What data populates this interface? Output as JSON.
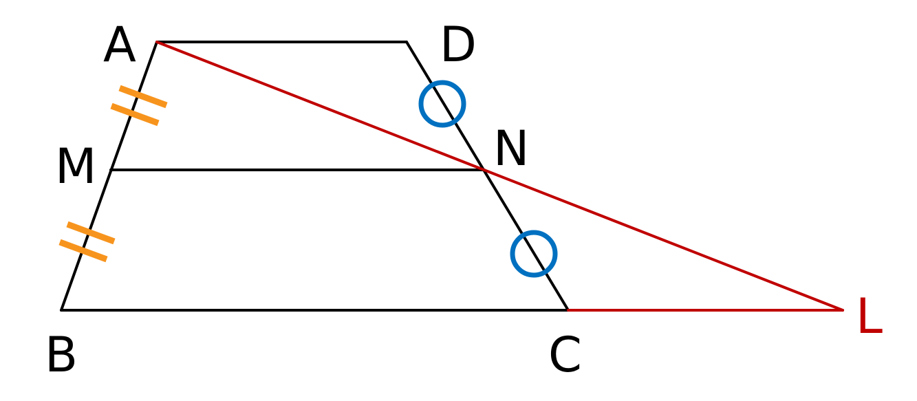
{
  "diagram": {
    "points": {
      "A": "A",
      "B": "B",
      "C": "C",
      "D": "D",
      "M": "M",
      "N": "N",
      "L": "L"
    },
    "colors": {
      "edge": "#000000",
      "extension": "#c00000",
      "tick_mark": "#f7941d",
      "circle_mark": "#0070c0",
      "label": "#000000",
      "label_L": "#c00000"
    },
    "marks": {
      "segment_AM_ticks": "double-tick",
      "segment_MB_ticks": "double-tick",
      "segment_DN_mark": "circle",
      "segment_NC_mark": "circle"
    }
  }
}
